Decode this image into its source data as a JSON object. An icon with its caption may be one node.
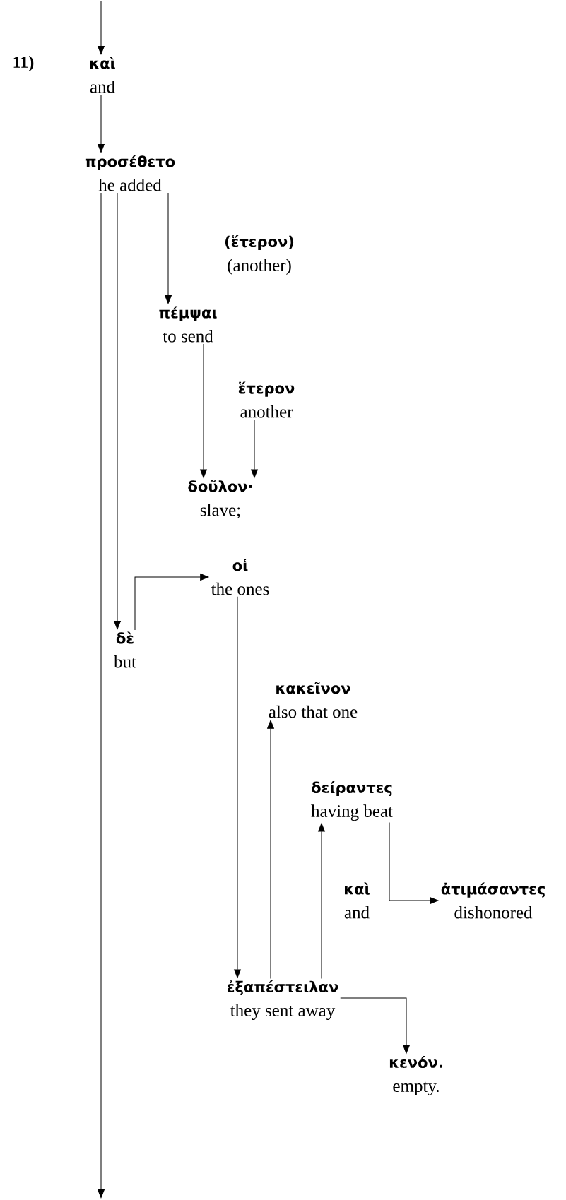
{
  "diagram": {
    "nodes": [
      {
        "text": [
          "καὶ",
          "and"
        ]
      },
      {
        "text": [
          "προσέθετο",
          "he added"
        ]
      },
      {
        "text": [
          "(ἕτερον)",
          "(another)"
        ]
      },
      {
        "text": [
          "πέμψαι",
          "to send"
        ]
      },
      {
        "text": [
          "ἕτερον",
          "another"
        ]
      },
      {
        "text": [
          "δοῦλον·",
          "slave;"
        ]
      },
      {
        "text": [
          "οἱ",
          "the ones"
        ]
      },
      {
        "text": [
          "δὲ",
          "but"
        ]
      },
      {
        "text": [
          "κακεῖνον",
          "also that one"
        ]
      },
      {
        "text": [
          "δείραντες",
          "having beat"
        ]
      },
      {
        "text": [
          "καὶ",
          "and"
        ]
      },
      {
        "text": [
          "ἀτιμάσαντες",
          "dishonored"
        ]
      },
      {
        "text": [
          "ἐξαπέστειλαν",
          "they sent away"
        ]
      },
      {
        "text": [
          "κενόν.",
          "empty."
        ]
      }
    ],
    "edges": [
      {
        "from": null,
        "to": 0,
        "arrow": "to"
      },
      {
        "from": 0,
        "to": 1,
        "arrow": "to"
      },
      {
        "from": 1,
        "to": null,
        "arrow": "to"
      },
      {
        "from": 1,
        "to": 7,
        "arrow": "to"
      },
      {
        "from": 1,
        "to": 3,
        "arrow": "to"
      },
      {
        "from": 3,
        "to": 5,
        "arrow": "to"
      },
      {
        "from": 4,
        "to": 5,
        "arrow": "to"
      },
      {
        "from": 7,
        "to": 6,
        "arrow": "to"
      },
      {
        "from": 6,
        "to": 12,
        "arrow": "to"
      },
      {
        "from": 12,
        "to": 8,
        "arrow": "to"
      },
      {
        "from": 12,
        "to": 9,
        "arrow": "to"
      },
      {
        "from": 9,
        "to": 11,
        "arrow": "to"
      },
      {
        "from": 12,
        "to": 13,
        "arrow": "to"
      }
    ],
    "labels": [
      "11)"
    ]
  }
}
